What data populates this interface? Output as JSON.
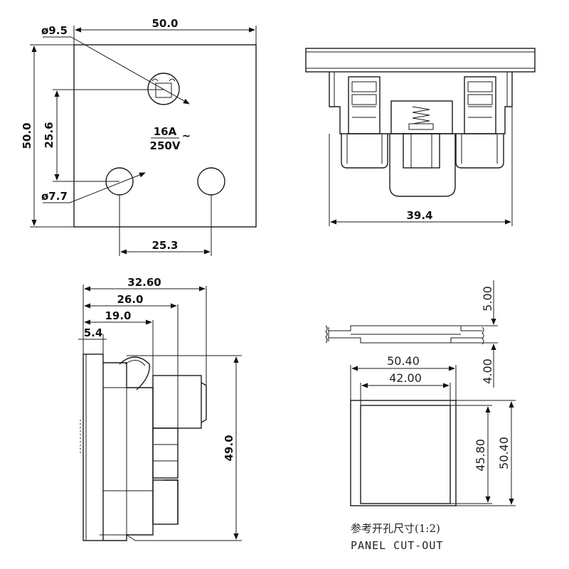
{
  "front_view": {
    "width_dim": "50.0",
    "height_dim": "50.0",
    "top_hole_dia": "ø9.5",
    "pin_spacing_v": "25.6",
    "pin_hole_dia": "ø7.7",
    "pin_spacing_h": "25.3",
    "rating_current": "16A",
    "rating_voltage": "250V",
    "ac_symbol": "~"
  },
  "back_view": {
    "width_dim": "39.4"
  },
  "side_view": {
    "dim_overall": "32.60",
    "dim_26": "26.0",
    "dim_19": "19.0",
    "dim_plate": "5.4",
    "height_dim": "49.0"
  },
  "cutout": {
    "dim_top": "5.00",
    "dim_gap": "4.00",
    "outer_width": "50.40",
    "inner_width": "42.00",
    "inner_height": "45.80",
    "outer_height": "50.40",
    "caption_cn": "参考开孔尺寸(1:2)",
    "caption_en": "PANEL CUT-OUT"
  }
}
